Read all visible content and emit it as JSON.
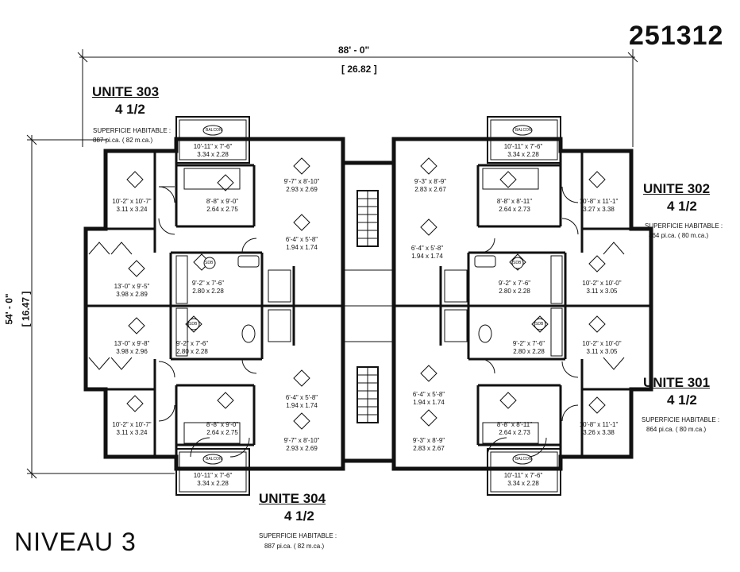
{
  "project_number": "251312",
  "level_title": "NIVEAU 3",
  "overall_width": {
    "imperial": "88' - 0\"",
    "metric": "[ 26.82 ]"
  },
  "overall_depth": {
    "imperial": "54' - 0\"",
    "metric": "[ 16.47 ]"
  },
  "units": [
    {
      "name": "UNITE 303",
      "type": "4 1/2",
      "area_label": "SUPERFICIE HABITABLE :",
      "area": "887 pi.ca. ( 82 m.ca.)"
    },
    {
      "name": "UNITE 302",
      "type": "4 1/2",
      "area_label": "SUPERFICIE HABITABLE :",
      "area": "864 pi.ca. ( 80 m.ca.)"
    },
    {
      "name": "UNITE 301",
      "type": "4 1/2",
      "area_label": "SUPERFICIE HABITABLE :",
      "area": "864 pi.ca. ( 80 m.ca.)"
    },
    {
      "name": "UNITE 304",
      "type": "4 1/2",
      "area_label": "SUPERFICIE HABITABLE :",
      "area": "887 pi.ca. ( 82 m.ca.)"
    }
  ],
  "room_tags": {
    "balcon": "BALCON",
    "sdb": "SDB"
  },
  "rooms": [
    {
      "imp": "10'-11\" x 7'-6\"",
      "met": "3.34 x 2.28"
    },
    {
      "imp": "10'-11\" x 7'-6\"",
      "met": "3.34 x 2.28"
    },
    {
      "imp": "9'-7\" x 8'-10\"",
      "met": "2.93 x 2.69"
    },
    {
      "imp": "9'-3\" x 8'-9\"",
      "met": "2.83 x 2.67"
    },
    {
      "imp": "10'-2\" x 10'-7\"",
      "met": "3.11 x 3.24"
    },
    {
      "imp": "8'-8\" x 9'-0\"",
      "met": "2.64 x 2.75"
    },
    {
      "imp": "8'-8\" x 8'-11\"",
      "met": "2.64 x 2.73"
    },
    {
      "imp": "10'-8\" x 11'-1\"",
      "met": "3.27 x 3.38"
    },
    {
      "imp": "6'-4\" x 5'-8\"",
      "met": "1.94 x 1.74"
    },
    {
      "imp": "6'-4\" x 5'-8\"",
      "met": "1.94 x 1.74"
    },
    {
      "imp": "9'-2\" x 7'-6\"",
      "met": "2.80 x 2.28"
    },
    {
      "imp": "9'-2\" x 7'-6\"",
      "met": "2.80 x 2.28"
    },
    {
      "imp": "13'-0\" x 9'-5\"",
      "met": "3.98 x 2.89"
    },
    {
      "imp": "10'-2\" x 10'-0\"",
      "met": "3.11 x 3.05"
    },
    {
      "imp": "13'-0\" x 9'-8\"",
      "met": "3.98 x 2.96"
    },
    {
      "imp": "9'-2\" x 7'-6\"",
      "met": "2.80 x 2.28"
    },
    {
      "imp": "9'-2\" x 7'-6\"",
      "met": "2.80 x 2.28"
    },
    {
      "imp": "10'-2\" x 10'-0\"",
      "met": "3.11 x 3.05"
    },
    {
      "imp": "6'-4\" x 5'-8\"",
      "met": "1.94 x 1.74"
    },
    {
      "imp": "6'-4\" x 5'-8\"",
      "met": "1.94 x 1.74"
    },
    {
      "imp": "10'-2\" x 10'-7\"",
      "met": "3.11 x 3.24"
    },
    {
      "imp": "8'-8\" x 9'-0\"",
      "met": "2.64 x 2.75"
    },
    {
      "imp": "8'-8\" x 8'-11\"",
      "met": "2.64 x 2.73"
    },
    {
      "imp": "10'-8\" x 11'-1\"",
      "met": "3.26 x 3.38"
    },
    {
      "imp": "9'-7\" x 8'-10\"",
      "met": "2.93 x 2.69"
    },
    {
      "imp": "9'-3\" x 8'-9\"",
      "met": "2.83 x 2.67"
    },
    {
      "imp": "10'-11\" x 7'-6\"",
      "met": "3.34 x 2.28"
    },
    {
      "imp": "10'-11\" x 7'-6\"",
      "met": "3.34 x 2.28"
    }
  ]
}
